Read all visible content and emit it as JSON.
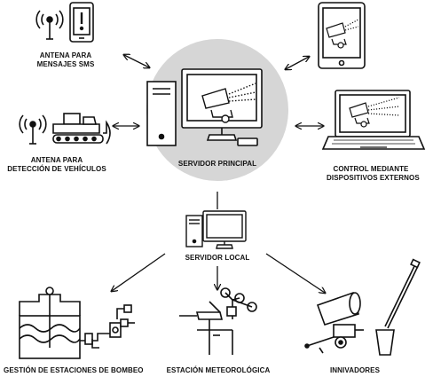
{
  "nodes": {
    "sms_antenna": {
      "label_lines": [
        "ANTENA PARA",
        "MENSAJES SMS"
      ]
    },
    "vehicle_antenna": {
      "label_lines": [
        "ANTENA PARA",
        "DETECCIÓN DE VEHÍCULOS"
      ]
    },
    "main_server": {
      "label": "SERVIDOR PRINCIPAL"
    },
    "external_control": {
      "label_lines": [
        "CONTROL MEDIANTE",
        "DISPOSITIVOS EXTERNOS"
      ]
    },
    "local_server": {
      "label": "SERVIDOR LOCAL"
    },
    "pump_stations": {
      "label": "GESTIÓN DE ESTACIONES DE BOMBEO"
    },
    "weather_station": {
      "label": "ESTACIÓN METEOROLÓGICA"
    },
    "snow_guns": {
      "label": "INNIVADORES"
    }
  },
  "icons": {
    "antenna": "antenna-icon",
    "phone": "mobile-phone-icon",
    "tablet": "tablet-icon",
    "laptop": "laptop-icon",
    "tower_pc": "tower-computer-icon",
    "monitor": "monitor-icon",
    "snowplow": "snowplow-icon",
    "snow_cannon": "snow-cannon-icon",
    "anemometer": "anemometer-icon",
    "pump": "pump-station-icon"
  },
  "colors": {
    "line": "#111111",
    "server_circle": "#d6d6d6",
    "background": "#ffffff"
  }
}
